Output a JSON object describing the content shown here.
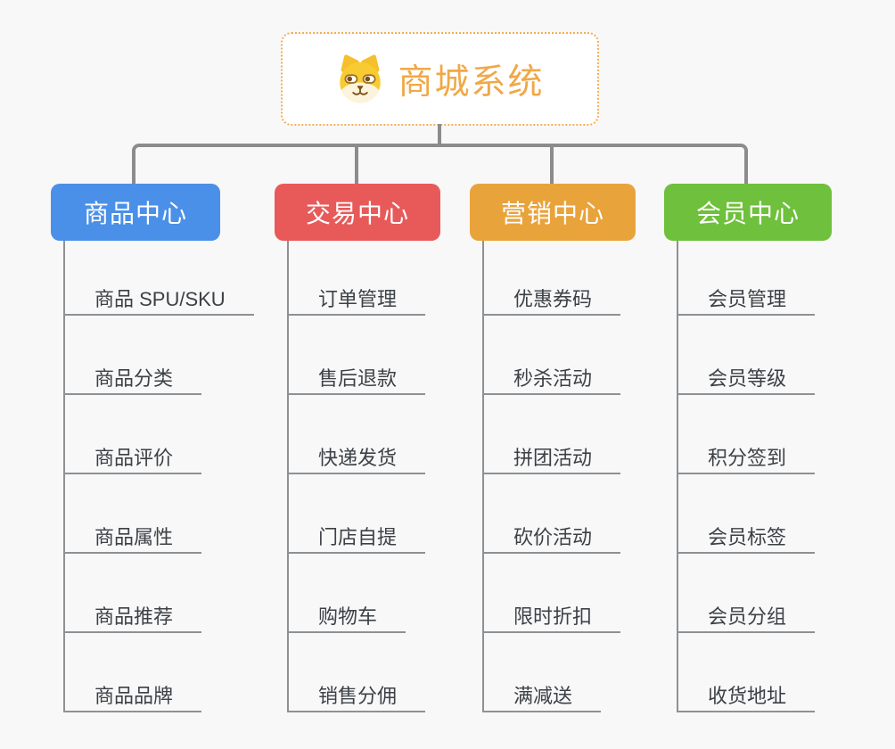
{
  "root": {
    "title": "商城系统",
    "icon": "dog-face-icon",
    "title_color": "#f0a848",
    "border_color": "#f2ae54"
  },
  "connector_color": "#8c8c8c",
  "child_line_color": "#8e9194",
  "child_text_color": "#3c4146",
  "branches": [
    {
      "label": "商品中心",
      "color": "#4a90e8",
      "children": [
        "商品 SPU/SKU",
        "商品分类",
        "商品评价",
        "商品属性",
        "商品推荐",
        "商品品牌"
      ]
    },
    {
      "label": "交易中心",
      "color": "#e85a5a",
      "children": [
        "订单管理",
        "售后退款",
        "快递发货",
        "门店自提",
        "购物车",
        "销售分佣"
      ]
    },
    {
      "label": "营销中心",
      "color": "#e9a33b",
      "children": [
        "优惠券码",
        "秒杀活动",
        "拼团活动",
        "砍价活动",
        "限时折扣",
        "满减送"
      ]
    },
    {
      "label": "会员中心",
      "color": "#6fc03c",
      "children": [
        "会员管理",
        "会员等级",
        "积分签到",
        "会员标签",
        "会员分组",
        "收货地址"
      ]
    }
  ]
}
